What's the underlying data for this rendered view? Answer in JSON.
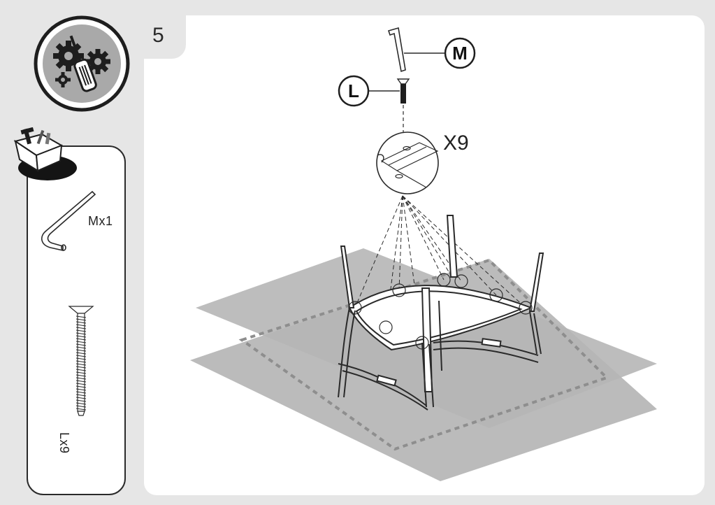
{
  "step": {
    "number": "5"
  },
  "parts": [
    {
      "id": "M",
      "name": "hex-key",
      "quantity_label": "Mx1"
    },
    {
      "id": "L",
      "name": "screw",
      "quantity_label": "Lx9"
    }
  ],
  "callouts": {
    "bolt_letter": "L",
    "key_letter": "M",
    "quantity": "X9"
  },
  "icons": [
    "tools-gears-icon",
    "toolbox-icon",
    "hex-key-icon",
    "screw-icon"
  ],
  "colors": {
    "background": "#e6e6e6",
    "panel": "#ffffff",
    "ground": "#bdbdbd",
    "ink": "#2a2a2a",
    "badge": "#a8a8a8"
  }
}
